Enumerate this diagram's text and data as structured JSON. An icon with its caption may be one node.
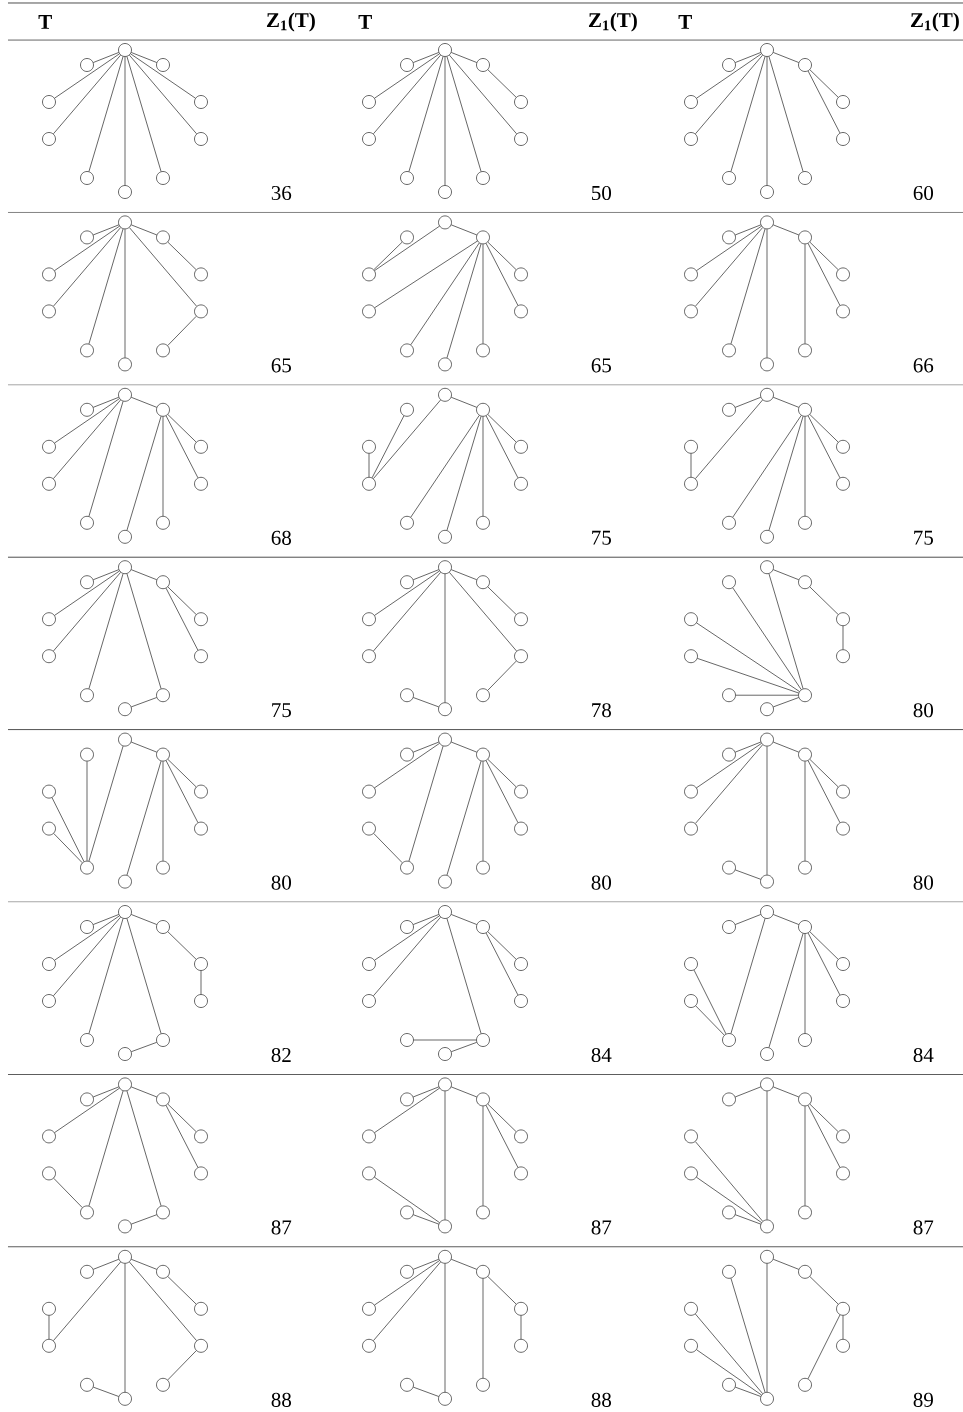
{
  "diagram": {
    "nodes": [
      {
        "text": [],
        "shape": "circle"
      },
      {
        "text": [],
        "shape": "circle"
      },
      {
        "text": [],
        "shape": "circle"
      },
      {
        "text": [],
        "shape": "circle"
      },
      {
        "text": [],
        "shape": "circle"
      },
      {
        "text": [],
        "shape": "circle"
      },
      {
        "text": [],
        "shape": "circle"
      },
      {
        "text": [],
        "shape": "circle"
      },
      {
        "text": [],
        "shape": "circle"
      },
      {
        "text": [],
        "shape": "circle"
      },
      {
        "text": [],
        "shape": "circle"
      },
      {
        "text": [],
        "shape": "circle"
      },
      {
        "text": [],
        "shape": "circle"
      },
      {
        "text": [],
        "shape": "circle"
      },
      {
        "text": [],
        "shape": "circle"
      },
      {
        "text": [],
        "shape": "circle"
      },
      {
        "text": [],
        "shape": "circle"
      },
      {
        "text": [],
        "shape": "circle"
      },
      {
        "text": [],
        "shape": "circle"
      },
      {
        "text": [],
        "shape": "circle"
      },
      {
        "text": [],
        "shape": "circle"
      },
      {
        "text": [],
        "shape": "circle"
      },
      {
        "text": [],
        "shape": "circle"
      },
      {
        "text": [],
        "shape": "circle"
      },
      {
        "text": [],
        "shape": "circle"
      },
      {
        "text": [],
        "shape": "circle"
      },
      {
        "text": [],
        "shape": "circle"
      },
      {
        "text": [],
        "shape": "circle"
      },
      {
        "text": [],
        "shape": "circle"
      },
      {
        "text": [],
        "shape": "circle"
      },
      {
        "text": [],
        "shape": "circle"
      },
      {
        "text": [],
        "shape": "circle"
      },
      {
        "text": [],
        "shape": "circle"
      },
      {
        "text": [],
        "shape": "circle"
      },
      {
        "text": [],
        "shape": "circle"
      },
      {
        "text": [],
        "shape": "circle"
      },
      {
        "text": [],
        "shape": "circle"
      },
      {
        "text": [],
        "shape": "circle"
      },
      {
        "text": [],
        "shape": "circle"
      },
      {
        "text": [],
        "shape": "circle"
      },
      {
        "text": [],
        "shape": "circle"
      },
      {
        "text": [],
        "shape": "circle"
      },
      {
        "text": [],
        "shape": "circle"
      },
      {
        "text": [],
        "shape": "circle"
      },
      {
        "text": [],
        "shape": "circle"
      },
      {
        "text": [],
        "shape": "circle"
      },
      {
        "text": [],
        "shape": "circle"
      },
      {
        "text": [],
        "shape": "circle"
      },
      {
        "text": [],
        "shape": "circle"
      },
      {
        "text": [],
        "shape": "circle"
      },
      {
        "text": [],
        "shape": "circle"
      },
      {
        "text": [],
        "shape": "circle"
      },
      {
        "text": [],
        "shape": "circle"
      },
      {
        "text": [],
        "shape": "circle"
      },
      {
        "text": [],
        "shape": "circle"
      },
      {
        "text": [],
        "shape": "circle"
      },
      {
        "text": [],
        "shape": "circle"
      },
      {
        "text": [],
        "shape": "circle"
      },
      {
        "text": [],
        "shape": "circle"
      },
      {
        "text": [],
        "shape": "circle"
      },
      {
        "text": [],
        "shape": "circle"
      },
      {
        "text": [],
        "shape": "circle"
      },
      {
        "text": [],
        "shape": "circle"
      },
      {
        "text": [],
        "shape": "circle"
      },
      {
        "text": [],
        "shape": "circle"
      },
      {
        "text": [],
        "shape": "circle"
      },
      {
        "text": [],
        "shape": "circle"
      },
      {
        "text": [],
        "shape": "circle"
      },
      {
        "text": [],
        "shape": "circle"
      },
      {
        "text": [],
        "shape": "circle"
      },
      {
        "text": [],
        "shape": "circle"
      },
      {
        "text": [],
        "shape": "circle"
      },
      {
        "text": [],
        "shape": "circle"
      },
      {
        "text": [],
        "shape": "circle"
      },
      {
        "text": [],
        "shape": "circle"
      },
      {
        "text": [],
        "shape": "circle"
      },
      {
        "text": [],
        "shape": "circle"
      },
      {
        "text": [],
        "shape": "circle"
      },
      {
        "text": [],
        "shape": "circle"
      },
      {
        "text": [],
        "shape": "circle"
      },
      {
        "text": [],
        "shape": "circle"
      },
      {
        "text": [],
        "shape": "circle"
      },
      {
        "text": [],
        "shape": "circle"
      },
      {
        "text": [],
        "shape": "circle"
      },
      {
        "text": [],
        "shape": "circle"
      },
      {
        "text": [],
        "shape": "circle"
      },
      {
        "text": [],
        "shape": "circle"
      },
      {
        "text": [],
        "shape": "circle"
      },
      {
        "text": [],
        "shape": "circle"
      },
      {
        "text": [],
        "shape": "circle"
      },
      {
        "text": [],
        "shape": "circle"
      },
      {
        "text": [],
        "shape": "circle"
      },
      {
        "text": [],
        "shape": "circle"
      },
      {
        "text": [],
        "shape": "circle"
      },
      {
        "text": [],
        "shape": "circle"
      },
      {
        "text": [],
        "shape": "circle"
      },
      {
        "text": [],
        "shape": "circle"
      },
      {
        "text": [],
        "shape": "circle"
      },
      {
        "text": [],
        "shape": "circle"
      },
      {
        "text": [],
        "shape": "circle"
      },
      {
        "text": [],
        "shape": "circle"
      },
      {
        "text": [],
        "shape": "circle"
      },
      {
        "text": [],
        "shape": "circle"
      },
      {
        "text": [],
        "shape": "circle"
      },
      {
        "text": [],
        "shape": "circle"
      },
      {
        "text": [],
        "shape": "circle"
      },
      {
        "text": [],
        "shape": "circle"
      },
      {
        "text": [],
        "shape": "circle"
      },
      {
        "text": [],
        "shape": "circle"
      },
      {
        "text": [],
        "shape": "circle"
      },
      {
        "text": [],
        "shape": "circle"
      },
      {
        "text": [],
        "shape": "circle"
      },
      {
        "text": [],
        "shape": "circle"
      },
      {
        "text": [],
        "shape": "circle"
      },
      {
        "text": [],
        "shape": "circle"
      },
      {
        "text": [],
        "shape": "circle"
      },
      {
        "text": [],
        "shape": "circle"
      },
      {
        "text": [],
        "shape": "circle"
      },
      {
        "text": [],
        "shape": "circle"
      },
      {
        "text": [],
        "shape": "circle"
      },
      {
        "text": [],
        "shape": "circle"
      },
      {
        "text": [],
        "shape": "circle"
      },
      {
        "text": [],
        "shape": "circle"
      },
      {
        "text": [],
        "shape": "circle"
      },
      {
        "text": [],
        "shape": "circle"
      },
      {
        "text": [],
        "shape": "circle"
      },
      {
        "text": [],
        "shape": "circle"
      },
      {
        "text": [],
        "shape": "circle"
      },
      {
        "text": [],
        "shape": "circle"
      },
      {
        "text": [],
        "shape": "circle"
      },
      {
        "text": [],
        "shape": "circle"
      },
      {
        "text": [],
        "shape": "circle"
      },
      {
        "text": [],
        "shape": "circle"
      },
      {
        "text": [],
        "shape": "circle"
      },
      {
        "text": [],
        "shape": "circle"
      },
      {
        "text": [],
        "shape": "circle"
      },
      {
        "text": [],
        "shape": "circle"
      },
      {
        "text": [],
        "shape": "circle"
      },
      {
        "text": [],
        "shape": "circle"
      },
      {
        "text": [],
        "shape": "circle"
      },
      {
        "text": [],
        "shape": "circle"
      },
      {
        "text": [],
        "shape": "circle"
      },
      {
        "text": [],
        "shape": "circle"
      },
      {
        "text": [],
        "shape": "circle"
      },
      {
        "text": [],
        "shape": "circle"
      },
      {
        "text": [],
        "shape": "circle"
      },
      {
        "text": [],
        "shape": "circle"
      },
      {
        "text": [],
        "shape": "circle"
      },
      {
        "text": [],
        "shape": "circle"
      },
      {
        "text": [],
        "shape": "circle"
      },
      {
        "text": [],
        "shape": "circle"
      },
      {
        "text": [],
        "shape": "circle"
      },
      {
        "text": [],
        "shape": "circle"
      },
      {
        "text": [],
        "shape": "circle"
      },
      {
        "text": [],
        "shape": "circle"
      },
      {
        "text": [],
        "shape": "circle"
      },
      {
        "text": [],
        "shape": "circle"
      },
      {
        "text": [],
        "shape": "circle"
      },
      {
        "text": [],
        "shape": "circle"
      },
      {
        "text": [],
        "shape": "circle"
      },
      {
        "text": [],
        "shape": "circle"
      },
      {
        "text": [],
        "shape": "circle"
      },
      {
        "text": [],
        "shape": "circle"
      },
      {
        "text": [],
        "shape": "circle"
      },
      {
        "text": [],
        "shape": "circle"
      },
      {
        "text": [],
        "shape": "circle"
      },
      {
        "text": [],
        "shape": "circle"
      },
      {
        "text": [],
        "shape": "circle"
      },
      {
        "text": [],
        "shape": "circle"
      },
      {
        "text": [],
        "shape": "circle"
      },
      {
        "text": [],
        "shape": "circle"
      },
      {
        "text": [],
        "shape": "circle"
      },
      {
        "text": [],
        "shape": "circle"
      },
      {
        "text": [],
        "shape": "circle"
      },
      {
        "text": [],
        "shape": "circle"
      },
      {
        "text": [],
        "shape": "circle"
      },
      {
        "text": [],
        "shape": "circle"
      },
      {
        "text": [],
        "shape": "circle"
      },
      {
        "text": [],
        "shape": "circle"
      },
      {
        "text": [],
        "shape": "circle"
      },
      {
        "text": [],
        "shape": "circle"
      },
      {
        "text": [],
        "shape": "circle"
      },
      {
        "text": [],
        "shape": "circle"
      },
      {
        "text": [],
        "shape": "circle"
      },
      {
        "text": [],
        "shape": "circle"
      },
      {
        "text": [],
        "shape": "circle"
      },
      {
        "text": [],
        "shape": "circle"
      },
      {
        "text": [],
        "shape": "circle"
      },
      {
        "text": [],
        "shape": "circle"
      },
      {
        "text": [],
        "shape": "circle"
      },
      {
        "text": [],
        "shape": "circle"
      },
      {
        "text": [],
        "shape": "circle"
      },
      {
        "text": [],
        "shape": "circle"
      },
      {
        "text": [],
        "shape": "circle"
      },
      {
        "text": [],
        "shape": "circle"
      },
      {
        "text": [],
        "shape": "circle"
      },
      {
        "text": [],
        "shape": "circle"
      },
      {
        "text": [],
        "shape": "circle"
      },
      {
        "text": [],
        "shape": "circle"
      },
      {
        "text": [],
        "shape": "circle"
      },
      {
        "text": [],
        "shape": "circle"
      },
      {
        "text": [],
        "shape": "circle"
      },
      {
        "text": [],
        "shape": "circle"
      },
      {
        "text": [],
        "shape": "circle"
      },
      {
        "text": [],
        "shape": "circle"
      },
      {
        "text": [],
        "shape": "circle"
      },
      {
        "text": [],
        "shape": "circle"
      },
      {
        "text": [],
        "shape": "circle"
      },
      {
        "text": [],
        "shape": "circle"
      },
      {
        "text": [],
        "shape": "circle"
      },
      {
        "text": [],
        "shape": "circle"
      },
      {
        "text": [],
        "shape": "circle"
      },
      {
        "text": [],
        "shape": "circle"
      },
      {
        "text": [],
        "shape": "circle"
      },
      {
        "text": [],
        "shape": "circle"
      },
      {
        "text": [],
        "shape": "circle"
      },
      {
        "text": [],
        "shape": "circle"
      },
      {
        "text": [],
        "shape": "circle"
      },
      {
        "text": [],
        "shape": "circle"
      },
      {
        "text": [],
        "shape": "circle"
      },
      {
        "text": [],
        "shape": "circle"
      },
      {
        "text": [],
        "shape": "circle"
      },
      {
        "text": [],
        "shape": "circle"
      },
      {
        "text": [],
        "shape": "circle"
      },
      {
        "text": [],
        "shape": "circle"
      },
      {
        "text": [],
        "shape": "circle"
      },
      {
        "text": [],
        "shape": "circle"
      },
      {
        "text": [],
        "shape": "circle"
      },
      {
        "text": [],
        "shape": "circle"
      },
      {
        "text": [],
        "shape": "circle"
      },
      {
        "text": [],
        "shape": "circle"
      },
      {
        "text": [],
        "shape": "circle"
      },
      {
        "text": [],
        "shape": "circle"
      },
      {
        "text": [],
        "shape": "circle"
      },
      {
        "text": [],
        "shape": "circle"
      },
      {
        "text": [],
        "shape": "circle"
      },
      {
        "text": [],
        "shape": "circle"
      },
      {
        "text": [],
        "shape": "circle"
      },
      {
        "text": [],
        "shape": "circle"
      },
      {
        "text": [],
        "shape": "circle"
      }
    ],
    "edges": [
      {
        "from": 0,
        "to": 1,
        "arrow": "none"
      },
      {
        "from": 0,
        "to": 2,
        "arrow": "none"
      },
      {
        "from": 0,
        "to": 3,
        "arrow": "none"
      },
      {
        "from": 0,
        "to": 4,
        "arrow": "none"
      },
      {
        "from": 0,
        "to": 5,
        "arrow": "none"
      },
      {
        "from": 0,
        "to": 6,
        "arrow": "none"
      },
      {
        "from": 0,
        "to": 7,
        "arrow": "none"
      },
      {
        "from": 0,
        "to": 8,
        "arrow": "none"
      },
      {
        "from": 0,
        "to": 9,
        "arrow": "none"
      },
      {
        "from": 10,
        "to": 19,
        "arrow": "none"
      },
      {
        "from": 10,
        "to": 18,
        "arrow": "none"
      },
      {
        "from": 10,
        "to": 17,
        "arrow": "none"
      },
      {
        "from": 10,
        "to": 16,
        "arrow": "none"
      },
      {
        "from": 10,
        "to": 15,
        "arrow": "none"
      },
      {
        "from": 10,
        "to": 14,
        "arrow": "none"
      },
      {
        "from": 10,
        "to": 13,
        "arrow": "none"
      },
      {
        "from": 10,
        "to": 11,
        "arrow": "none"
      },
      {
        "from": 11,
        "to": 12,
        "arrow": "none"
      },
      {
        "from": 20,
        "to": 29,
        "arrow": "none"
      },
      {
        "from": 20,
        "to": 28,
        "arrow": "none"
      },
      {
        "from": 20,
        "to": 27,
        "arrow": "none"
      },
      {
        "from": 20,
        "to": 26,
        "arrow": "none"
      },
      {
        "from": 20,
        "to": 25,
        "arrow": "none"
      },
      {
        "from": 20,
        "to": 24,
        "arrow": "none"
      },
      {
        "from": 20,
        "to": 21,
        "arrow": "none"
      },
      {
        "from": 21,
        "to": 22,
        "arrow": "none"
      },
      {
        "from": 21,
        "to": 23,
        "arrow": "none"
      },
      {
        "from": 30,
        "to": 39,
        "arrow": "none"
      },
      {
        "from": 30,
        "to": 38,
        "arrow": "none"
      },
      {
        "from": 30,
        "to": 37,
        "arrow": "none"
      },
      {
        "from": 30,
        "to": 36,
        "arrow": "none"
      },
      {
        "from": 30,
        "to": 35,
        "arrow": "none"
      },
      {
        "from": 30,
        "to": 33,
        "arrow": "none"
      },
      {
        "from": 30,
        "to": 31,
        "arrow": "none"
      },
      {
        "from": 31,
        "to": 32,
        "arrow": "none"
      },
      {
        "from": 33,
        "to": 34,
        "arrow": "none"
      },
      {
        "from": 40,
        "to": 48,
        "arrow": "none"
      },
      {
        "from": 48,
        "to": 49,
        "arrow": "none"
      },
      {
        "from": 40,
        "to": 41,
        "arrow": "none"
      },
      {
        "from": 41,
        "to": 47,
        "arrow": "none"
      },
      {
        "from": 41,
        "to": 46,
        "arrow": "none"
      },
      {
        "from": 41,
        "to": 45,
        "arrow": "none"
      },
      {
        "from": 41,
        "to": 44,
        "arrow": "none"
      },
      {
        "from": 41,
        "to": 43,
        "arrow": "none"
      },
      {
        "from": 41,
        "to": 42,
        "arrow": "none"
      },
      {
        "from": 50,
        "to": 59,
        "arrow": "none"
      },
      {
        "from": 50,
        "to": 58,
        "arrow": "none"
      },
      {
        "from": 50,
        "to": 57,
        "arrow": "none"
      },
      {
        "from": 50,
        "to": 56,
        "arrow": "none"
      },
      {
        "from": 50,
        "to": 55,
        "arrow": "none"
      },
      {
        "from": 50,
        "to": 51,
        "arrow": "none"
      },
      {
        "from": 51,
        "to": 54,
        "arrow": "none"
      },
      {
        "from": 51,
        "to": 53,
        "arrow": "none"
      },
      {
        "from": 51,
        "to": 52,
        "arrow": "none"
      },
      {
        "from": 60,
        "to": 69,
        "arrow": "none"
      },
      {
        "from": 60,
        "to": 68,
        "arrow": "none"
      },
      {
        "from": 60,
        "to": 67,
        "arrow": "none"
      },
      {
        "from": 60,
        "to": 66,
        "arrow": "none"
      },
      {
        "from": 60,
        "to": 61,
        "arrow": "none"
      },
      {
        "from": 61,
        "to": 65,
        "arrow": "none"
      },
      {
        "from": 61,
        "to": 64,
        "arrow": "none"
      },
      {
        "from": 61,
        "to": 63,
        "arrow": "none"
      },
      {
        "from": 61,
        "to": 62,
        "arrow": "none"
      },
      {
        "from": 70,
        "to": 77,
        "arrow": "none"
      },
      {
        "from": 77,
        "to": 78,
        "arrow": "none"
      },
      {
        "from": 77,
        "to": 79,
        "arrow": "none"
      },
      {
        "from": 70,
        "to": 71,
        "arrow": "none"
      },
      {
        "from": 71,
        "to": 76,
        "arrow": "none"
      },
      {
        "from": 71,
        "to": 75,
        "arrow": "none"
      },
      {
        "from": 71,
        "to": 74,
        "arrow": "none"
      },
      {
        "from": 71,
        "to": 73,
        "arrow": "none"
      },
      {
        "from": 71,
        "to": 72,
        "arrow": "none"
      },
      {
        "from": 80,
        "to": 89,
        "arrow": "none"
      },
      {
        "from": 80,
        "to": 87,
        "arrow": "none"
      },
      {
        "from": 87,
        "to": 88,
        "arrow": "none"
      },
      {
        "from": 80,
        "to": 81,
        "arrow": "none"
      },
      {
        "from": 81,
        "to": 86,
        "arrow": "none"
      },
      {
        "from": 81,
        "to": 85,
        "arrow": "none"
      },
      {
        "from": 81,
        "to": 84,
        "arrow": "none"
      },
      {
        "from": 81,
        "to": 83,
        "arrow": "none"
      },
      {
        "from": 81,
        "to": 82,
        "arrow": "none"
      },
      {
        "from": 90,
        "to": 99,
        "arrow": "none"
      },
      {
        "from": 90,
        "to": 98,
        "arrow": "none"
      },
      {
        "from": 90,
        "to": 97,
        "arrow": "none"
      },
      {
        "from": 90,
        "to": 96,
        "arrow": "none"
      },
      {
        "from": 90,
        "to": 94,
        "arrow": "none"
      },
      {
        "from": 94,
        "to": 95,
        "arrow": "none"
      },
      {
        "from": 90,
        "to": 91,
        "arrow": "none"
      },
      {
        "from": 91,
        "to": 92,
        "arrow": "none"
      },
      {
        "from": 91,
        "to": 93,
        "arrow": "none"
      },
      {
        "from": 100,
        "to": 109,
        "arrow": "none"
      },
      {
        "from": 100,
        "to": 108,
        "arrow": "none"
      },
      {
        "from": 100,
        "to": 107,
        "arrow": "none"
      },
      {
        "from": 100,
        "to": 105,
        "arrow": "none"
      },
      {
        "from": 105,
        "to": 106,
        "arrow": "none"
      },
      {
        "from": 100,
        "to": 103,
        "arrow": "none"
      },
      {
        "from": 103,
        "to": 104,
        "arrow": "none"
      },
      {
        "from": 100,
        "to": 101,
        "arrow": "none"
      },
      {
        "from": 101,
        "to": 102,
        "arrow": "none"
      },
      {
        "from": 110,
        "to": 111,
        "arrow": "none"
      },
      {
        "from": 111,
        "to": 112,
        "arrow": "none"
      },
      {
        "from": 112,
        "to": 113,
        "arrow": "none"
      },
      {
        "from": 119,
        "to": 114,
        "arrow": "none"
      },
      {
        "from": 118,
        "to": 114,
        "arrow": "none"
      },
      {
        "from": 117,
        "to": 114,
        "arrow": "none"
      },
      {
        "from": 116,
        "to": 114,
        "arrow": "none"
      },
      {
        "from": 115,
        "to": 114,
        "arrow": "none"
      },
      {
        "from": 110,
        "to": 114,
        "arrow": "none"
      },
      {
        "from": 129,
        "to": 126,
        "arrow": "none"
      },
      {
        "from": 128,
        "to": 126,
        "arrow": "none"
      },
      {
        "from": 127,
        "to": 126,
        "arrow": "none"
      },
      {
        "from": 120,
        "to": 126,
        "arrow": "none"
      },
      {
        "from": 120,
        "to": 121,
        "arrow": "none"
      },
      {
        "from": 121,
        "to": 125,
        "arrow": "none"
      },
      {
        "from": 121,
        "to": 124,
        "arrow": "none"
      },
      {
        "from": 121,
        "to": 123,
        "arrow": "none"
      },
      {
        "from": 121,
        "to": 122,
        "arrow": "none"
      },
      {
        "from": 130,
        "to": 139,
        "arrow": "none"
      },
      {
        "from": 130,
        "to": 138,
        "arrow": "none"
      },
      {
        "from": 130,
        "to": 136,
        "arrow": "none"
      },
      {
        "from": 136,
        "to": 137,
        "arrow": "none"
      },
      {
        "from": 130,
        "to": 131,
        "arrow": "none"
      },
      {
        "from": 131,
        "to": 135,
        "arrow": "none"
      },
      {
        "from": 131,
        "to": 134,
        "arrow": "none"
      },
      {
        "from": 131,
        "to": 133,
        "arrow": "none"
      },
      {
        "from": 131,
        "to": 132,
        "arrow": "none"
      },
      {
        "from": 140,
        "to": 149,
        "arrow": "none"
      },
      {
        "from": 140,
        "to": 148,
        "arrow": "none"
      },
      {
        "from": 140,
        "to": 147,
        "arrow": "none"
      },
      {
        "from": 140,
        "to": 145,
        "arrow": "none"
      },
      {
        "from": 145,
        "to": 146,
        "arrow": "none"
      },
      {
        "from": 140,
        "to": 141,
        "arrow": "none"
      },
      {
        "from": 141,
        "to": 144,
        "arrow": "none"
      },
      {
        "from": 141,
        "to": 143,
        "arrow": "none"
      },
      {
        "from": 141,
        "to": 142,
        "arrow": "none"
      },
      {
        "from": 150,
        "to": 159,
        "arrow": "none"
      },
      {
        "from": 150,
        "to": 158,
        "arrow": "none"
      },
      {
        "from": 150,
        "to": 157,
        "arrow": "none"
      },
      {
        "from": 150,
        "to": 156,
        "arrow": "none"
      },
      {
        "from": 150,
        "to": 154,
        "arrow": "none"
      },
      {
        "from": 154,
        "to": 155,
        "arrow": "none"
      },
      {
        "from": 150,
        "to": 151,
        "arrow": "none"
      },
      {
        "from": 151,
        "to": 152,
        "arrow": "none"
      },
      {
        "from": 152,
        "to": 153,
        "arrow": "none"
      },
      {
        "from": 160,
        "to": 169,
        "arrow": "none"
      },
      {
        "from": 160,
        "to": 168,
        "arrow": "none"
      },
      {
        "from": 160,
        "to": 167,
        "arrow": "none"
      },
      {
        "from": 160,
        "to": 164,
        "arrow": "none"
      },
      {
        "from": 164,
        "to": 166,
        "arrow": "none"
      },
      {
        "from": 164,
        "to": 165,
        "arrow": "none"
      },
      {
        "from": 160,
        "to": 161,
        "arrow": "none"
      },
      {
        "from": 161,
        "to": 162,
        "arrow": "none"
      },
      {
        "from": 161,
        "to": 163,
        "arrow": "none"
      },
      {
        "from": 170,
        "to": 179,
        "arrow": "none"
      },
      {
        "from": 170,
        "to": 176,
        "arrow": "none"
      },
      {
        "from": 176,
        "to": 178,
        "arrow": "none"
      },
      {
        "from": 176,
        "to": 177,
        "arrow": "none"
      },
      {
        "from": 170,
        "to": 171,
        "arrow": "none"
      },
      {
        "from": 171,
        "to": 175,
        "arrow": "none"
      },
      {
        "from": 171,
        "to": 174,
        "arrow": "none"
      },
      {
        "from": 171,
        "to": 173,
        "arrow": "none"
      },
      {
        "from": 171,
        "to": 172,
        "arrow": "none"
      },
      {
        "from": 180,
        "to": 189,
        "arrow": "none"
      },
      {
        "from": 180,
        "to": 188,
        "arrow": "none"
      },
      {
        "from": 180,
        "to": 186,
        "arrow": "none"
      },
      {
        "from": 186,
        "to": 187,
        "arrow": "none"
      },
      {
        "from": 180,
        "to": 184,
        "arrow": "none"
      },
      {
        "from": 184,
        "to": 185,
        "arrow": "none"
      },
      {
        "from": 180,
        "to": 181,
        "arrow": "none"
      },
      {
        "from": 181,
        "to": 182,
        "arrow": "none"
      },
      {
        "from": 181,
        "to": 183,
        "arrow": "none"
      },
      {
        "from": 190,
        "to": 199,
        "arrow": "none"
      },
      {
        "from": 190,
        "to": 198,
        "arrow": "none"
      },
      {
        "from": 190,
        "to": 195,
        "arrow": "none"
      },
      {
        "from": 195,
        "to": 197,
        "arrow": "none"
      },
      {
        "from": 195,
        "to": 196,
        "arrow": "none"
      },
      {
        "from": 190,
        "to": 191,
        "arrow": "none"
      },
      {
        "from": 191,
        "to": 194,
        "arrow": "none"
      },
      {
        "from": 191,
        "to": 193,
        "arrow": "none"
      },
      {
        "from": 191,
        "to": 192,
        "arrow": "none"
      },
      {
        "from": 200,
        "to": 209,
        "arrow": "none"
      },
      {
        "from": 200,
        "to": 205,
        "arrow": "none"
      },
      {
        "from": 205,
        "to": 208,
        "arrow": "none"
      },
      {
        "from": 205,
        "to": 207,
        "arrow": "none"
      },
      {
        "from": 205,
        "to": 206,
        "arrow": "none"
      },
      {
        "from": 200,
        "to": 201,
        "arrow": "none"
      },
      {
        "from": 201,
        "to": 204,
        "arrow": "none"
      },
      {
        "from": 201,
        "to": 203,
        "arrow": "none"
      },
      {
        "from": 201,
        "to": 202,
        "arrow": "none"
      },
      {
        "from": 210,
        "to": 219,
        "arrow": "none"
      },
      {
        "from": 210,
        "to": 217,
        "arrow": "none"
      },
      {
        "from": 217,
        "to": 218,
        "arrow": "none"
      },
      {
        "from": 210,
        "to": 215,
        "arrow": "none"
      },
      {
        "from": 215,
        "to": 216,
        "arrow": "none"
      },
      {
        "from": 210,
        "to": 213,
        "arrow": "none"
      },
      {
        "from": 213,
        "to": 214,
        "arrow": "none"
      },
      {
        "from": 210,
        "to": 211,
        "arrow": "none"
      },
      {
        "from": 211,
        "to": 212,
        "arrow": "none"
      },
      {
        "from": 220,
        "to": 229,
        "arrow": "none"
      },
      {
        "from": 220,
        "to": 228,
        "arrow": "none"
      },
      {
        "from": 220,
        "to": 227,
        "arrow": "none"
      },
      {
        "from": 220,
        "to": 225,
        "arrow": "none"
      },
      {
        "from": 225,
        "to": 226,
        "arrow": "none"
      },
      {
        "from": 220,
        "to": 221,
        "arrow": "none"
      },
      {
        "from": 221,
        "to": 224,
        "arrow": "none"
      },
      {
        "from": 221,
        "to": 222,
        "arrow": "none"
      },
      {
        "from": 222,
        "to": 223,
        "arrow": "none"
      },
      {
        "from": 230,
        "to": 235,
        "arrow": "none"
      },
      {
        "from": 230,
        "to": 231,
        "arrow": "none"
      },
      {
        "from": 231,
        "to": 232,
        "arrow": "none"
      },
      {
        "from": 232,
        "to": 233,
        "arrow": "none"
      },
      {
        "from": 232,
        "to": 234,
        "arrow": "none"
      },
      {
        "from": 235,
        "to": 239,
        "arrow": "none"
      },
      {
        "from": 235,
        "to": 238,
        "arrow": "none"
      },
      {
        "from": 235,
        "to": 237,
        "arrow": "none"
      },
      {
        "from": 235,
        "to": 236,
        "arrow": "none"
      }
    ],
    "labels": [
      "T",
      "Z$_{1}$(T)",
      "T",
      "Z$_{1}$(T)",
      "T",
      "Z$_{1}$(T)",
      "36",
      "50",
      "60",
      "65",
      "65",
      "66",
      "68",
      "75",
      "75",
      "75",
      "78",
      "80",
      "80",
      "80",
      "80",
      "82",
      "84",
      "84",
      "87",
      "87",
      "87",
      "88",
      "88",
      "89"
    ]
  }
}
